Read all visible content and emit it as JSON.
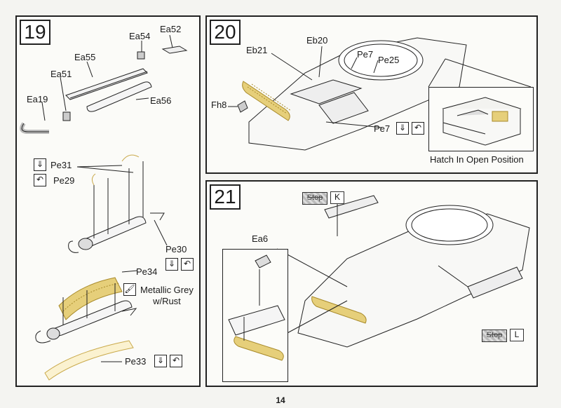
{
  "page_number": "14",
  "steps": {
    "s19": {
      "number": "19",
      "labels": {
        "ea52": "Ea52",
        "ea54": "Ea54",
        "ea55": "Ea55",
        "ea51": "Ea51",
        "ea56": "Ea56",
        "ea19": "Ea19",
        "pe31": "Pe31",
        "pe29": "Pe29",
        "pe30": "Pe30",
        "pe34": "Pe34",
        "paint": "Metallic Grey\nw/Rust",
        "pe33": "Pe33"
      }
    },
    "s20": {
      "number": "20",
      "labels": {
        "eb20": "Eb20",
        "eb21": "Eb21",
        "pe7a": "Pe7",
        "pe25": "Pe25",
        "fh8": "Fh8",
        "pe7b": "Pe7",
        "hatch_caption": "Hatch In Open Position"
      }
    },
    "s21": {
      "number": "21",
      "labels": {
        "ea6": "Ea6"
      },
      "stops": [
        {
          "tag": "Stop",
          "letter": "K"
        },
        {
          "tag": "Stop",
          "letter": "L"
        }
      ]
    }
  },
  "icons": {
    "bend_down": "⇓",
    "bend_curve": "↶",
    "paint_brush": "🖌"
  },
  "colors": {
    "photo_etch": "#e6cf7a",
    "line": "#222222",
    "page_bg": "#f4f4f1"
  }
}
